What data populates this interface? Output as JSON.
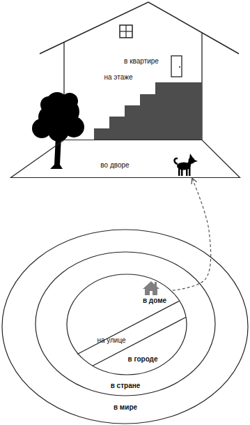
{
  "diagram": {
    "nodes": [
      {
        "text": [
          "в квартире",
          "на этаже"
        ]
      },
      {
        "text": [
          "во дворе"
        ]
      },
      {
        "text": [
          "в мире"
        ]
      },
      {
        "text": [
          "в стране"
        ],
        "in": 2
      },
      {
        "text": [
          "в доме"
        ],
        "in": 3
      },
      {
        "text": [
          "на улице"
        ],
        "in": 3
      },
      {
        "text": [
          "в городе"
        ],
        "in": 3
      }
    ],
    "edges": [
      {
        "from": 4,
        "to": 1,
        "arrow": "to"
      }
    ]
  }
}
